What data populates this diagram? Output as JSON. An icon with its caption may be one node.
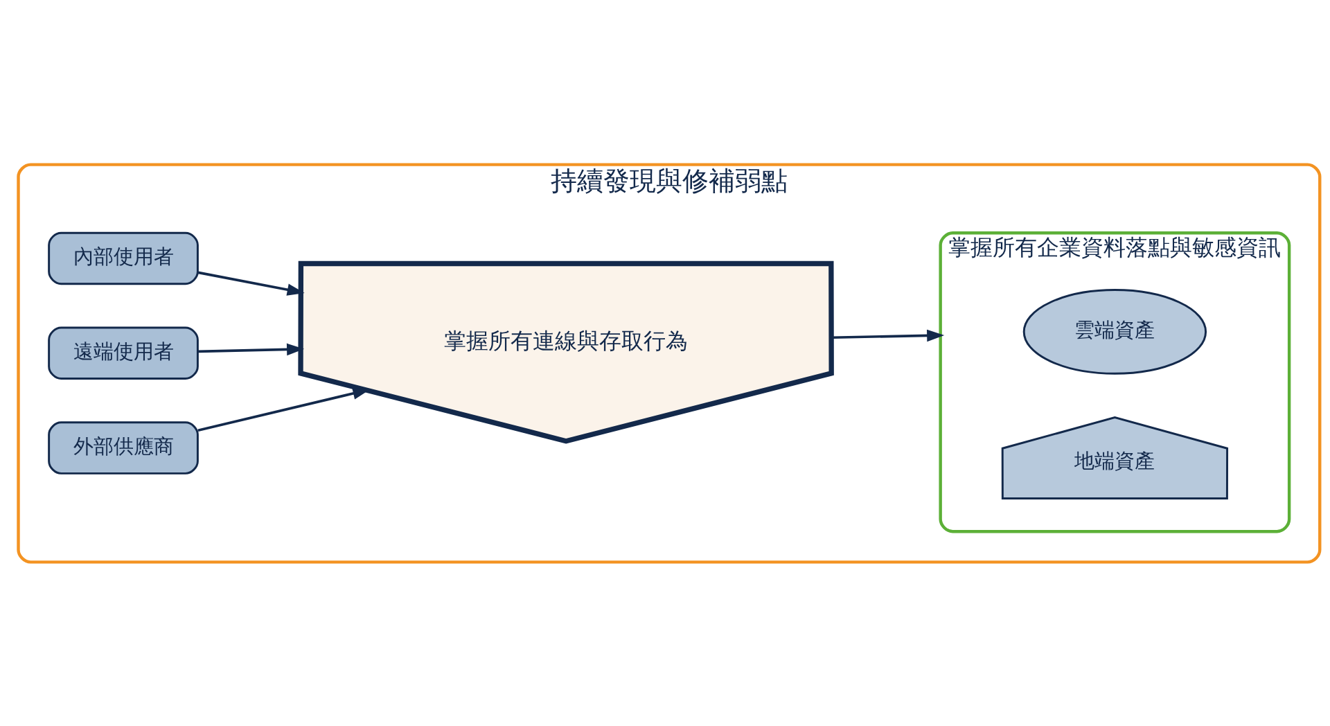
{
  "diagram": {
    "nodes": [
      {
        "text": [
          "持續發現與修補弱點"
        ]
      },
      {
        "text": [
          "內部使用者"
        ],
        "in": 0
      },
      {
        "text": [
          "遠端使用者"
        ],
        "in": 0
      },
      {
        "text": [
          "外部供應商"
        ],
        "in": 0
      },
      {
        "text": [
          "掌握所有連線與存取行為"
        ],
        "in": 0
      },
      {
        "text": [
          "掌握所有企業資料落點與敏感資訊"
        ],
        "in": 0
      },
      {
        "text": [
          "雲端資產"
        ],
        "in": 5
      },
      {
        "text": [
          "地端資產"
        ],
        "in": 5
      }
    ],
    "edges": [
      {
        "from": 1,
        "to": 4,
        "arrow": "to"
      },
      {
        "from": 2,
        "to": 4,
        "arrow": "to"
      },
      {
        "from": 3,
        "to": 4,
        "arrow": "to"
      },
      {
        "from": 4,
        "to": 5,
        "arrow": "to"
      }
    ]
  }
}
